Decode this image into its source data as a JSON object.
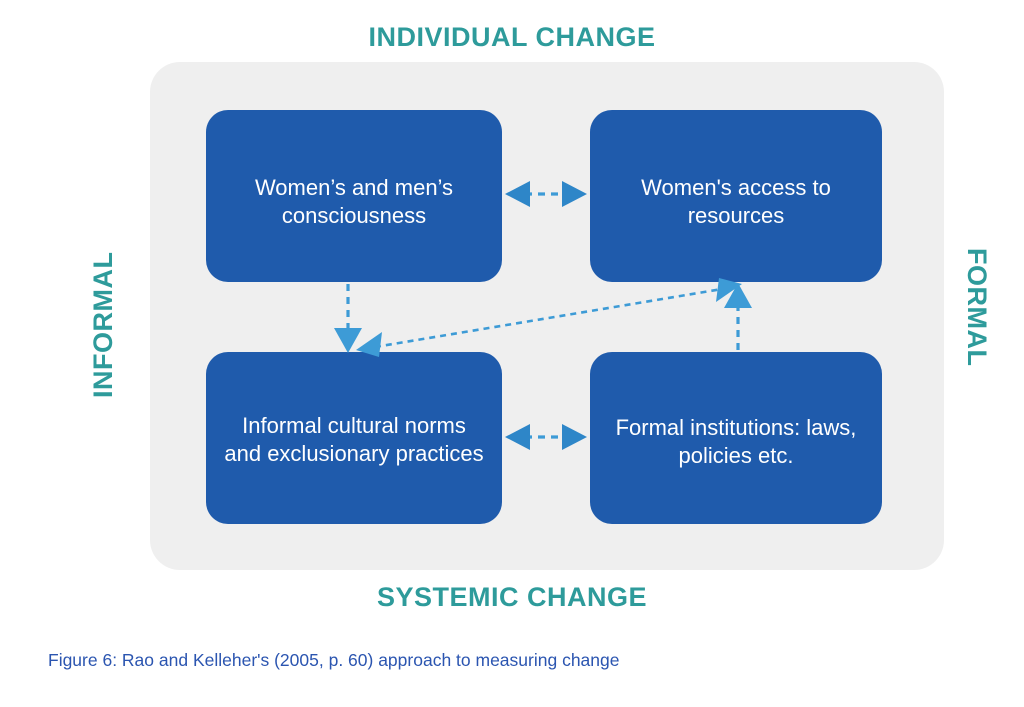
{
  "figure": {
    "caption": "Figure 6: Rao and Kelleher's (2005, p. 60) approach to measuring change",
    "caption_color": "#2B55B0",
    "panel_color": "#EFEFEF",
    "node_color": "#1F5BAC",
    "axis_label_color": "#2E9B9B",
    "arrow_color": "#3D9BD6"
  },
  "axes": {
    "top": "INDIVIDUAL CHANGE",
    "bottom": "SYSTEMIC  CHANGE",
    "left": "INFORMAL",
    "right": "FORMAL"
  },
  "nodes": [
    {
      "id": "consciousness",
      "label": "Women’s and men’s consciousness",
      "quadrant": "top-left"
    },
    {
      "id": "access",
      "label": "Women's access to resources",
      "quadrant": "top-right"
    },
    {
      "id": "informal_norms",
      "label": "Informal cultural norms and exclusionary practices",
      "quadrant": "bottom-left"
    },
    {
      "id": "formal_inst",
      "label": "Formal institutions: laws, policies etc.",
      "quadrant": "bottom-right"
    }
  ],
  "connections": [
    {
      "id": "top-horizontal",
      "from": "consciousness",
      "to": "access",
      "style": "dashed",
      "heads": "both"
    },
    {
      "id": "bottom-horizontal",
      "from": "informal_norms",
      "to": "formal_inst",
      "style": "dashed",
      "heads": "both"
    },
    {
      "id": "left-vertical",
      "from": "consciousness",
      "to": "informal_norms",
      "style": "dashed",
      "heads": "end"
    },
    {
      "id": "right-vertical",
      "from": "formal_inst",
      "to": "access",
      "style": "dashed",
      "heads": "end"
    },
    {
      "id": "diagonal",
      "from": "informal_norms",
      "to": "access",
      "style": "dashed",
      "heads": "both"
    }
  ]
}
